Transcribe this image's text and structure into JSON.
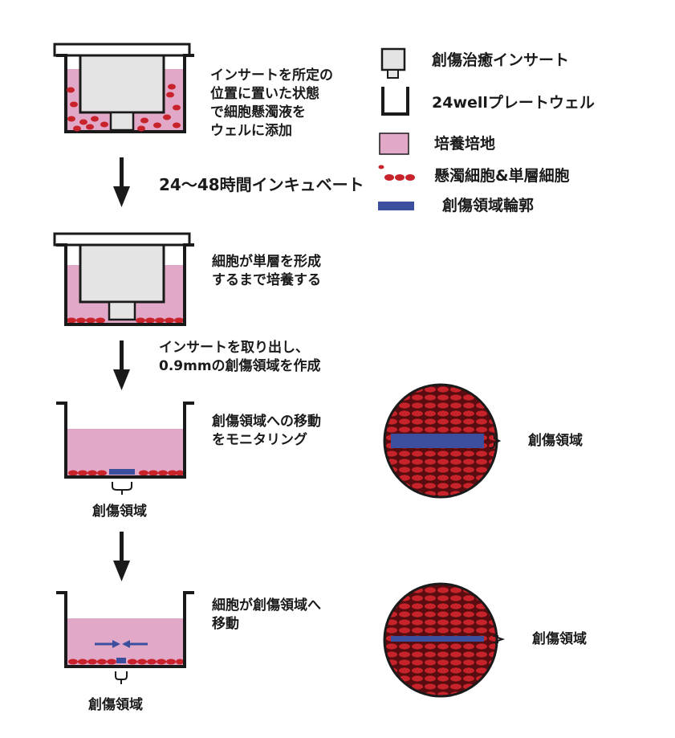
{
  "steps": [
    {
      "caption": [
        "インサートを所定の",
        "位置に置いた状態",
        "で細胞懸濁液を",
        "ウェルに添加"
      ]
    },
    {
      "caption": [
        "細胞が単層を形成",
        "するまで培養する"
      ]
    },
    {
      "caption": [
        "創傷領域への移動",
        "をモニタリング"
      ],
      "wound_label": "創傷領域",
      "circle_label": "創傷領域"
    },
    {
      "caption": [
        "細胞が創傷領域へ",
        "移動"
      ],
      "wound_label": "創傷領域",
      "circle_label": "創傷領域"
    }
  ],
  "arrows": [
    {
      "label": [
        "24〜48時間インキュベート"
      ]
    },
    {
      "label": [
        "インサートを取り出し、",
        "0.9mmの創傷領域を作成"
      ]
    }
  ],
  "legend": {
    "insert": "創傷治癒インサート",
    "well": "24wellプレートウェル",
    "medium": "培養培地",
    "cells": "懸濁細胞&単層細胞",
    "wound": "創傷領域輪郭"
  },
  "colors": {
    "medium": "#e1a8c8",
    "cell": "#c8232b",
    "cell_outline": "#7a0e12",
    "wound": "#3b4f9e",
    "insert": "#e4e4e4",
    "outline": "#1a1a1a"
  }
}
